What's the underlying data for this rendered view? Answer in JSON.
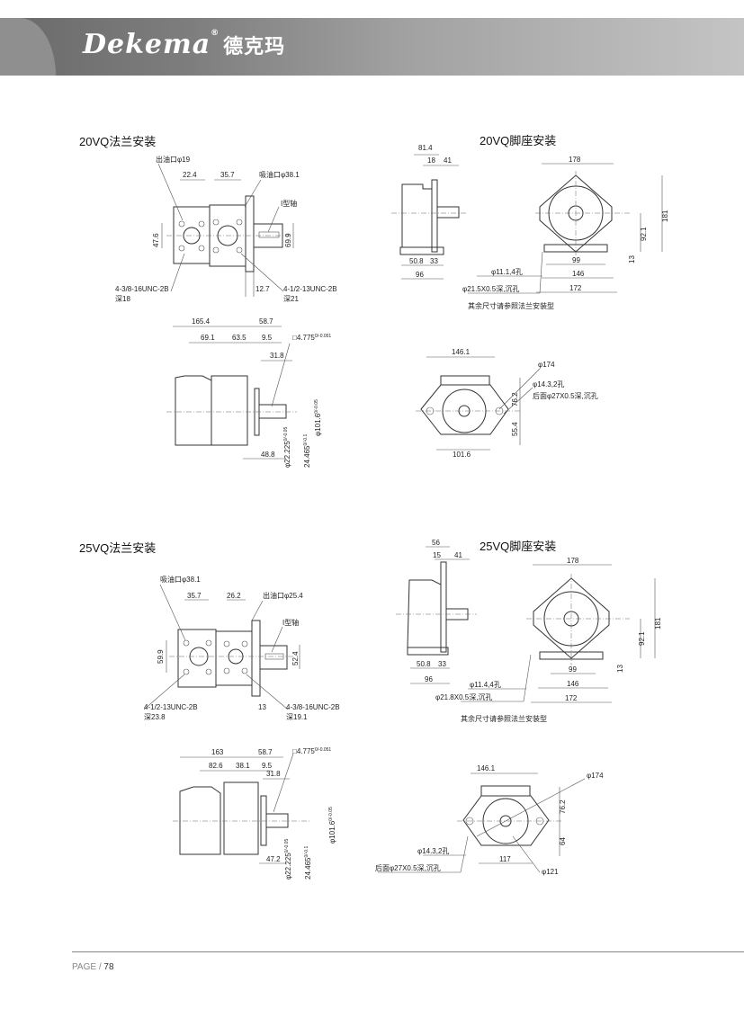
{
  "header": {
    "logo_text": "Dekema",
    "logo_reg": "®",
    "logo_cn": "德克玛"
  },
  "d1": {
    "title": "20VQ法兰安装",
    "outlet": "出油口φ19",
    "d22_4": "22.4",
    "d35_7": "35.7",
    "inlet": "吸油口φ38.1",
    "shaft": "I型轴",
    "d47_6": "47.6",
    "d69_9": "69.9",
    "thread1": "4-3/8-16UNC-2B",
    "depth1": "深18",
    "d12_7": "12.7",
    "thread2": "4-1/2-13UNC-2B",
    "depth2": "深21"
  },
  "d2": {
    "title": "20VQ脚座安装",
    "d81_4": "81.4",
    "d18": "18",
    "d41": "41",
    "d50_8": "50.8",
    "d33": "33",
    "d96": "96",
    "d178": "178",
    "d181": "181",
    "d92_1": "92.1",
    "d13": "13",
    "d99": "99",
    "d146": "146",
    "d172": "172",
    "hole1": "φ11.1,4孔",
    "hole2": "φ21.5X0.5深,沉孔",
    "note": "其余尺寸请参照法兰安装型"
  },
  "d3": {
    "d165_4": "165.4",
    "d58_7": "58.7",
    "d69_1": "69.1",
    "d63_5": "63.5",
    "d9_5": "9.5",
    "key": "□4.775",
    "key_tol": "0/-0.051",
    "d31_8": "31.8",
    "d48_8": "48.8",
    "shaft_dia": "φ22.225",
    "shaft_tol": "0/-0.05",
    "d24_465": "24.465",
    "d24_tol": "0/-0.1",
    "pilot": "φ101.6",
    "pilot_tol": "0/-0.05"
  },
  "d4": {
    "d146_1": "146.1",
    "d174": "φ174",
    "hole": "φ14.3,2孔",
    "rear": "后面φ27X0.5深,沉孔",
    "d76_2": "76.2",
    "d55_4": "55.4",
    "d101_6": "101.6"
  },
  "d5": {
    "title": "25VQ法兰安装",
    "inlet": "吸油口φ38.1",
    "d35_7": "35.7",
    "d26_2": "26.2",
    "outlet": "出油口φ25.4",
    "shaft": "I型轴",
    "d59_9": "59.9",
    "d52_4": "52.4",
    "thread1": "4-1/2-13UNC-2B",
    "depth1": "深23.8",
    "d13": "13",
    "thread2": "4-3/8-16UNC-2B",
    "depth2": "深19.1"
  },
  "d6": {
    "title": "25VQ脚座安装",
    "d56": "56",
    "d15": "15",
    "d41": "41",
    "d50_8": "50.8",
    "d33": "33",
    "d96": "96",
    "d178": "178",
    "d181": "181",
    "d92_1": "92.1",
    "d13": "13",
    "d99": "99",
    "d146": "146",
    "d172": "172",
    "hole1": "φ11.4,4孔",
    "hole2": "φ21.8X0.5深,沉孔",
    "note": "其余尺寸请参照法兰安装型"
  },
  "d7": {
    "d163": "163",
    "d58_7": "58.7",
    "d82_6": "82.6",
    "d38_1": "38.1",
    "d9_5": "9.5",
    "key": "□4.775",
    "key_tol": "0/-0.051",
    "d31_8": "31.8",
    "d47_2": "47.2",
    "shaft_dia": "φ22.225",
    "shaft_tol": "0/-0.05",
    "d24_465": "24.465",
    "d24_tol": "0/-0.1",
    "pilot": "φ101.6",
    "pilot_tol": "0/-0.05"
  },
  "d8": {
    "d146_1": "146.1",
    "d174": "φ174",
    "d76_2": "76.2",
    "d64": "64",
    "hole": "φ14.3,2孔",
    "rear": "后面φ27X0.5深,沉孔",
    "d117": "117",
    "d121": "φ121"
  },
  "footer": {
    "page_label": "PAGE /",
    "page_number": "78"
  }
}
